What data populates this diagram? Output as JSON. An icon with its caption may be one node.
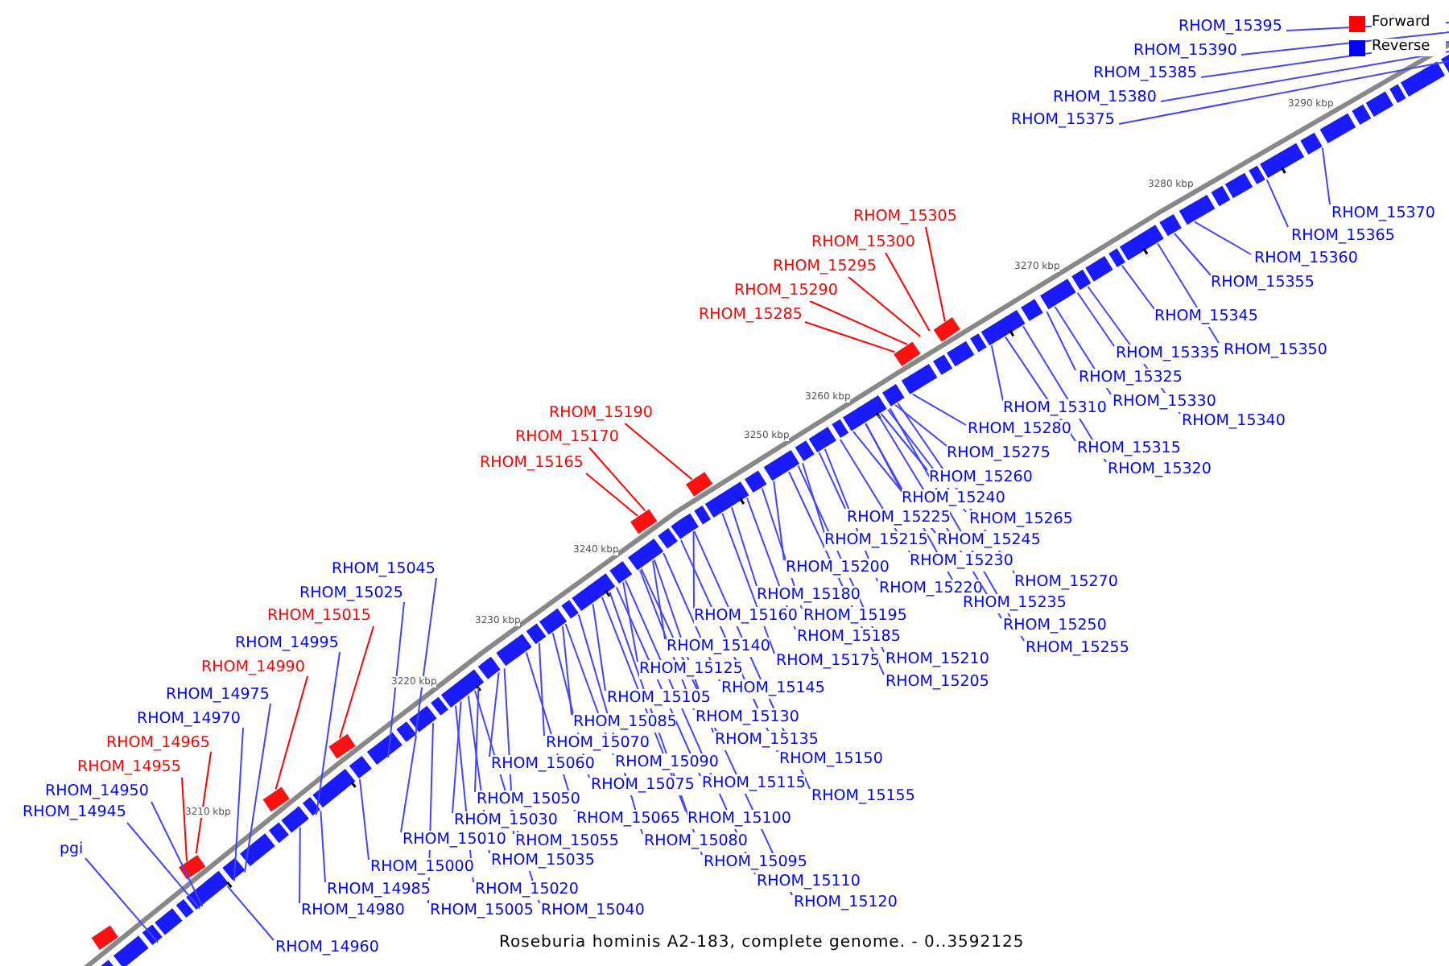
{
  "diagram": {
    "caption": "Roseburia hominis A2-183, complete genome. - 0..3592125",
    "nodes": [
      {
        "text": [
          "RHOM_15395"
        ]
      },
      {
        "text": [
          "RHOM_15390"
        ]
      },
      {
        "text": [
          "RHOM_15385"
        ]
      },
      {
        "text": [
          "RHOM_15380"
        ]
      },
      {
        "text": [
          "RHOM_15375"
        ]
      },
      {
        "text": [
          "RHOM_15370"
        ]
      },
      {
        "text": [
          "RHOM_15305"
        ]
      },
      {
        "text": [
          "RHOM_15365"
        ]
      },
      {
        "text": [
          "RHOM_15300"
        ]
      },
      {
        "text": [
          "RHOM_15360"
        ]
      },
      {
        "text": [
          "RHOM_15295"
        ]
      },
      {
        "text": [
          "RHOM_15355"
        ]
      },
      {
        "text": [
          "RHOM_15290"
        ]
      },
      {
        "text": [
          "RHOM_15285"
        ]
      },
      {
        "text": [
          "RHOM_15345"
        ]
      },
      {
        "text": [
          "RHOM_15350"
        ]
      },
      {
        "text": [
          "RHOM_15335"
        ]
      },
      {
        "text": [
          "RHOM_15325"
        ]
      },
      {
        "text": [
          "RHOM_15330"
        ]
      },
      {
        "text": [
          "RHOM_15190"
        ]
      },
      {
        "text": [
          "RHOM_15310"
        ]
      },
      {
        "text": [
          "RHOM_15340"
        ]
      },
      {
        "text": [
          "RHOM_15280"
        ]
      },
      {
        "text": [
          "RHOM_15170"
        ]
      },
      {
        "text": [
          "RHOM_15315"
        ]
      },
      {
        "text": [
          "RHOM_15275"
        ]
      },
      {
        "text": [
          "RHOM_15165"
        ]
      },
      {
        "text": [
          "RHOM_15320"
        ]
      },
      {
        "text": [
          "RHOM_15260"
        ]
      },
      {
        "text": [
          "RHOM_15240"
        ]
      },
      {
        "text": [
          "RHOM_15225"
        ]
      },
      {
        "text": [
          "RHOM_15265"
        ]
      },
      {
        "text": [
          "RHOM_15215"
        ]
      },
      {
        "text": [
          "RHOM_15245"
        ]
      },
      {
        "text": [
          "RHOM_15230"
        ]
      },
      {
        "text": [
          "RHOM_15200"
        ]
      },
      {
        "text": [
          "RHOM_15045"
        ]
      },
      {
        "text": [
          "RHOM_15270"
        ]
      },
      {
        "text": [
          "RHOM_15025"
        ]
      },
      {
        "text": [
          "RHOM_15180"
        ]
      },
      {
        "text": [
          "RHOM_15220"
        ]
      },
      {
        "text": [
          "RHOM_15235"
        ]
      },
      {
        "text": [
          "RHOM_15015"
        ]
      },
      {
        "text": [
          "RHOM_15160"
        ]
      },
      {
        "text": [
          "RHOM_15195"
        ]
      },
      {
        "text": [
          "RHOM_15250"
        ]
      },
      {
        "text": [
          "RHOM_15185"
        ]
      },
      {
        "text": [
          "RHOM_14995"
        ]
      },
      {
        "text": [
          "RHOM_15140"
        ]
      },
      {
        "text": [
          "RHOM_15255"
        ]
      },
      {
        "text": [
          "RHOM_15210"
        ]
      },
      {
        "text": [
          "RHOM_15175"
        ]
      },
      {
        "text": [
          "RHOM_14990"
        ]
      },
      {
        "text": [
          "RHOM_15125"
        ]
      },
      {
        "text": [
          "RHOM_15205"
        ]
      },
      {
        "text": [
          "RHOM_15145"
        ]
      },
      {
        "text": [
          "RHOM_14975"
        ]
      },
      {
        "text": [
          "RHOM_15105"
        ]
      },
      {
        "text": [
          "RHOM_15130"
        ]
      },
      {
        "text": [
          "RHOM_14970"
        ]
      },
      {
        "text": [
          "RHOM_15085"
        ]
      },
      {
        "text": [
          "RHOM_15135"
        ]
      },
      {
        "text": [
          "RHOM_14965"
        ]
      },
      {
        "text": [
          "RHOM_15070"
        ]
      },
      {
        "text": [
          "RHOM_15060"
        ]
      },
      {
        "text": [
          "RHOM_15150"
        ]
      },
      {
        "text": [
          "RHOM_15090"
        ]
      },
      {
        "text": [
          "RHOM_14955"
        ]
      },
      {
        "text": [
          "RHOM_15115"
        ]
      },
      {
        "text": [
          "RHOM_15075"
        ]
      },
      {
        "text": [
          "RHOM_15155"
        ]
      },
      {
        "text": [
          "RHOM_14950"
        ]
      },
      {
        "text": [
          "RHOM_15050"
        ]
      },
      {
        "text": [
          "RHOM_15030"
        ]
      },
      {
        "text": [
          "RHOM_15065"
        ]
      },
      {
        "text": [
          "RHOM_15100"
        ]
      },
      {
        "text": [
          "RHOM_14945"
        ]
      },
      {
        "text": [
          "RHOM_15010"
        ]
      },
      {
        "text": [
          "RHOM_15055"
        ]
      },
      {
        "text": [
          "RHOM_15080"
        ]
      },
      {
        "text": [
          "RHOM_15035"
        ]
      },
      {
        "text": [
          "RHOM_15095"
        ]
      },
      {
        "text": [
          "pgi"
        ]
      },
      {
        "text": [
          "RHOM_15000"
        ]
      },
      {
        "text": [
          "RHOM_14985"
        ]
      },
      {
        "text": [
          "RHOM_15020"
        ]
      },
      {
        "text": [
          "RHOM_15110"
        ]
      },
      {
        "text": [
          "RHOM_15120"
        ]
      },
      {
        "text": [
          "RHOM_14980"
        ]
      },
      {
        "text": [
          "RHOM_15005"
        ]
      },
      {
        "text": [
          "RHOM_15040"
        ]
      },
      {
        "text": [
          "RHOM_14960"
        ]
      }
    ],
    "edges": [
      {
        "from": 0,
        "to": null,
        "arrow": "none"
      },
      {
        "from": 1,
        "to": null,
        "arrow": "none"
      },
      {
        "from": 2,
        "to": null,
        "arrow": "none"
      },
      {
        "from": 3,
        "to": null,
        "arrow": "none"
      },
      {
        "from": 4,
        "to": null,
        "arrow": "none"
      },
      {
        "from": 5,
        "to": null,
        "arrow": "none"
      },
      {
        "from": 6,
        "to": null,
        "arrow": "none",
        "color": "#ff0000"
      },
      {
        "from": 7,
        "to": null,
        "arrow": "none"
      },
      {
        "from": 8,
        "to": null,
        "arrow": "none",
        "color": "#ff0000"
      },
      {
        "from": 9,
        "to": null,
        "arrow": "none"
      },
      {
        "from": 10,
        "to": null,
        "arrow": "none",
        "color": "#ff0000"
      },
      {
        "from": 11,
        "to": null,
        "arrow": "none"
      },
      {
        "from": 12,
        "to": null,
        "arrow": "none",
        "color": "#ff0000"
      },
      {
        "from": 13,
        "to": null,
        "arrow": "none",
        "color": "#ff0000"
      },
      {
        "from": 14,
        "to": null,
        "arrow": "none"
      },
      {
        "from": 15,
        "to": null,
        "arrow": "none"
      },
      {
        "from": 16,
        "to": null,
        "arrow": "none"
      },
      {
        "from": 17,
        "to": null,
        "arrow": "none"
      },
      {
        "from": 18,
        "to": null,
        "arrow": "none"
      },
      {
        "from": 19,
        "to": null,
        "arrow": "none",
        "color": "#ff0000"
      },
      {
        "from": 20,
        "to": null,
        "arrow": "none"
      },
      {
        "from": 21,
        "to": null,
        "arrow": "none"
      },
      {
        "from": 22,
        "to": null,
        "arrow": "none"
      },
      {
        "from": 23,
        "to": null,
        "arrow": "none",
        "color": "#ff0000"
      },
      {
        "from": 24,
        "to": null,
        "arrow": "none"
      },
      {
        "from": 25,
        "to": null,
        "arrow": "none"
      },
      {
        "from": 26,
        "to": null,
        "arrow": "none",
        "color": "#ff0000"
      },
      {
        "from": 27,
        "to": null,
        "arrow": "none"
      },
      {
        "from": 28,
        "to": null,
        "arrow": "none"
      },
      {
        "from": 29,
        "to": null,
        "arrow": "none"
      },
      {
        "from": 30,
        "to": null,
        "arrow": "none"
      },
      {
        "from": 31,
        "to": null,
        "arrow": "none"
      },
      {
        "from": 32,
        "to": null,
        "arrow": "none"
      },
      {
        "from": 33,
        "to": null,
        "arrow": "none"
      },
      {
        "from": 34,
        "to": null,
        "arrow": "none"
      },
      {
        "from": 35,
        "to": null,
        "arrow": "none"
      },
      {
        "from": 36,
        "to": null,
        "arrow": "none"
      },
      {
        "from": 37,
        "to": null,
        "arrow": "none"
      },
      {
        "from": 38,
        "to": null,
        "arrow": "none"
      },
      {
        "from": 39,
        "to": null,
        "arrow": "none"
      },
      {
        "from": 40,
        "to": null,
        "arrow": "none"
      },
      {
        "from": 41,
        "to": null,
        "arrow": "none"
      },
      {
        "from": 42,
        "to": null,
        "arrow": "none",
        "color": "#ff0000"
      },
      {
        "from": 43,
        "to": null,
        "arrow": "none"
      },
      {
        "from": 44,
        "to": null,
        "arrow": "none"
      },
      {
        "from": 45,
        "to": null,
        "arrow": "none"
      },
      {
        "from": 46,
        "to": null,
        "arrow": "none"
      },
      {
        "from": 47,
        "to": null,
        "arrow": "none"
      },
      {
        "from": 48,
        "to": null,
        "arrow": "none"
      },
      {
        "from": 49,
        "to": null,
        "arrow": "none"
      },
      {
        "from": 50,
        "to": null,
        "arrow": "none"
      },
      {
        "from": 51,
        "to": null,
        "arrow": "none"
      },
      {
        "from": 52,
        "to": null,
        "arrow": "none",
        "color": "#ff0000"
      },
      {
        "from": 53,
        "to": null,
        "arrow": "none"
      },
      {
        "from": 54,
        "to": null,
        "arrow": "none"
      },
      {
        "from": 55,
        "to": null,
        "arrow": "none"
      },
      {
        "from": 56,
        "to": null,
        "arrow": "none"
      },
      {
        "from": 57,
        "to": null,
        "arrow": "none"
      },
      {
        "from": 58,
        "to": null,
        "arrow": "none"
      },
      {
        "from": 59,
        "to": null,
        "arrow": "none"
      },
      {
        "from": 60,
        "to": null,
        "arrow": "none"
      },
      {
        "from": 61,
        "to": null,
        "arrow": "none"
      },
      {
        "from": 62,
        "to": null,
        "arrow": "none",
        "color": "#ff0000"
      },
      {
        "from": 63,
        "to": null,
        "arrow": "none"
      },
      {
        "from": 64,
        "to": null,
        "arrow": "none"
      },
      {
        "from": 65,
        "to": null,
        "arrow": "none"
      },
      {
        "from": 66,
        "to": null,
        "arrow": "none"
      },
      {
        "from": 67,
        "to": null,
        "arrow": "none",
        "color": "#ff0000"
      },
      {
        "from": 68,
        "to": null,
        "arrow": "none"
      },
      {
        "from": 69,
        "to": null,
        "arrow": "none"
      },
      {
        "from": 70,
        "to": null,
        "arrow": "none"
      },
      {
        "from": 71,
        "to": null,
        "arrow": "none"
      },
      {
        "from": 72,
        "to": null,
        "arrow": "none"
      },
      {
        "from": 73,
        "to": null,
        "arrow": "none"
      },
      {
        "from": 74,
        "to": null,
        "arrow": "none"
      },
      {
        "from": 75,
        "to": null,
        "arrow": "none"
      },
      {
        "from": 76,
        "to": null,
        "arrow": "none"
      },
      {
        "from": 77,
        "to": null,
        "arrow": "none"
      },
      {
        "from": 78,
        "to": null,
        "arrow": "none"
      },
      {
        "from": 79,
        "to": null,
        "arrow": "none"
      },
      {
        "from": 80,
        "to": null,
        "arrow": "none"
      },
      {
        "from": 81,
        "to": null,
        "arrow": "none"
      },
      {
        "from": 82,
        "to": null,
        "arrow": "none"
      },
      {
        "from": 83,
        "to": null,
        "arrow": "none"
      },
      {
        "from": 84,
        "to": null,
        "arrow": "none"
      },
      {
        "from": 85,
        "to": null,
        "arrow": "none"
      },
      {
        "from": 86,
        "to": null,
        "arrow": "none"
      },
      {
        "from": 87,
        "to": null,
        "arrow": "none"
      },
      {
        "from": 88,
        "to": null,
        "arrow": "none"
      },
      {
        "from": 89,
        "to": null,
        "arrow": "none"
      },
      {
        "from": 90,
        "to": null,
        "arrow": "none"
      },
      {
        "from": 91,
        "to": null,
        "arrow": "none"
      }
    ],
    "labels": [
      "3290 kbp",
      "3280 kbp",
      "3270 kbp",
      "3260 kbp",
      "3250 kbp",
      "3240 kbp",
      "3230 kbp",
      "3220 kbp",
      "3210 kbp"
    ],
    "legend": [
      {
        "text": "Forward",
        "color": "#ff0000"
      },
      {
        "text": "Reverse",
        "color": "#0000ff"
      }
    ]
  }
}
